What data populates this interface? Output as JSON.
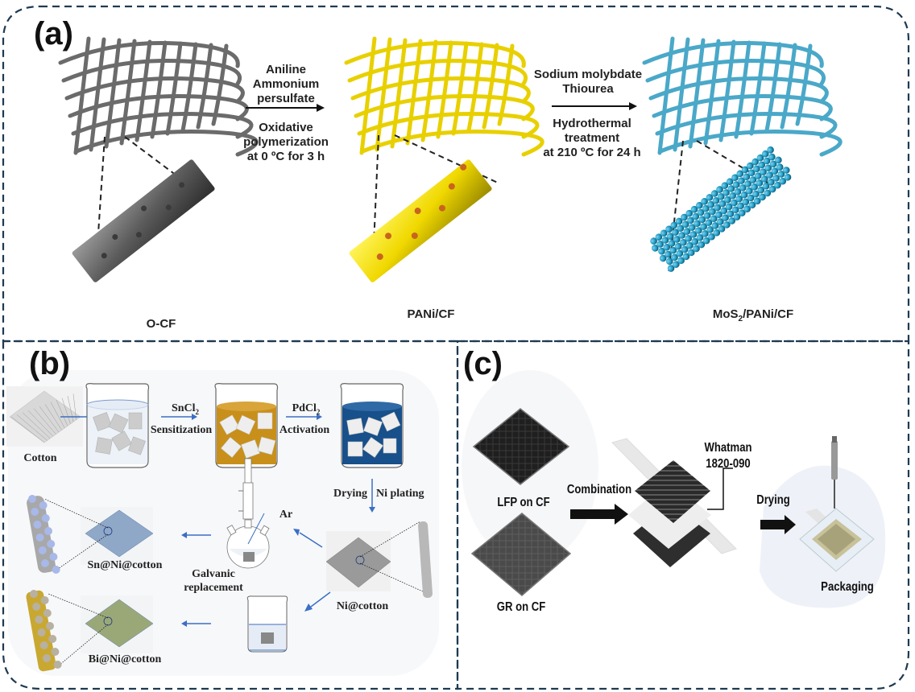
{
  "figure": {
    "border_color": "#1e3a52",
    "panels": {
      "a": {
        "label": "(a)",
        "stages": [
          {
            "name": "O-CF",
            "color": "#6b6b6b"
          },
          {
            "name": "PANi/CF",
            "color": "#e8d000"
          },
          {
            "name_main": "MoS",
            "name_sub": "2",
            "name_rest": "/PANi/CF",
            "color": "#4aa8c8"
          }
        ],
        "step1": {
          "reagents": [
            "Aniline",
            "Ammonium",
            "persulfate"
          ],
          "conditions": [
            "Oxidative",
            "polymerization",
            "at 0 ºC for 3 h"
          ]
        },
        "step2": {
          "reagents": [
            "Sodium molybdate",
            "Thiourea"
          ],
          "conditions": [
            "Hydrothermal",
            "treatment",
            "at 210 ºC for 24 h"
          ]
        },
        "particle_color": "#c8641e"
      },
      "b": {
        "label": "(b)",
        "cotton_label": "Cotton",
        "step1": {
          "reagent_main": "SnCl",
          "reagent_sub": "2",
          "process": "Sensitization"
        },
        "step2": {
          "reagent_main": "PdCl",
          "reagent_sub": "2",
          "process": "Activation"
        },
        "step3": {
          "left": "Drying",
          "right": "Ni plating"
        },
        "ni_label": "Ni@cotton",
        "ar_label": "Ar",
        "galvanic_label": [
          "Galvanic",
          "replacement"
        ],
        "sn_label": "Sn@Ni@cotton",
        "bi_label": "Bi@Ni@cotton",
        "beaker_colors": {
          "water": "#e6ecf5",
          "sn": "#c8901a",
          "pd": "#17508a"
        },
        "arrow_color": "#3a6fc4"
      },
      "c": {
        "label": "(c)",
        "lfp_label": "LFP on CF",
        "gr_label": "GR on CF",
        "combination_label": "Combination",
        "whatman_label": [
          "Whatman",
          "1820-090"
        ],
        "drying_label": "Drying",
        "packaging_label": "Packaging"
      }
    }
  }
}
